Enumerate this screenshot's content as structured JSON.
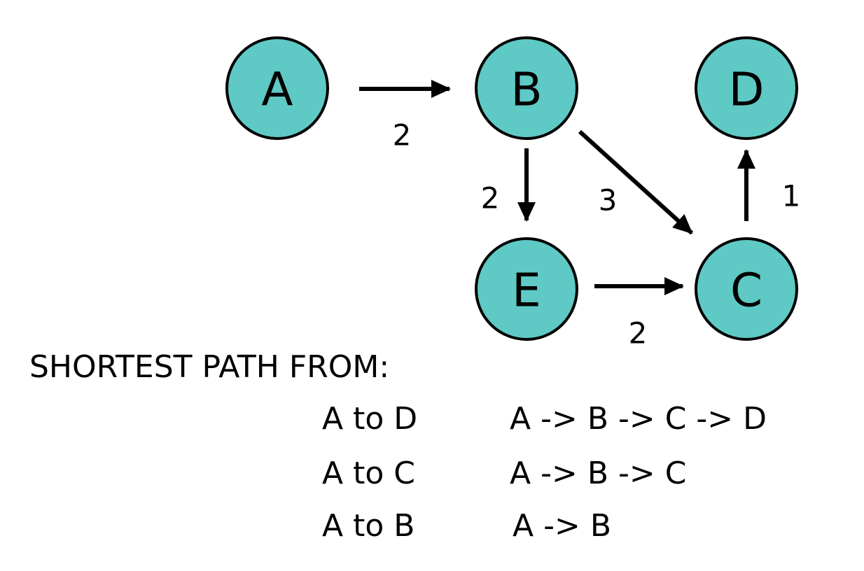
{
  "graph": {
    "node_fill": "#5ec9c5",
    "stroke_color": "#000000",
    "nodes": [
      {
        "id": "A",
        "label": "A"
      },
      {
        "id": "B",
        "label": "B"
      },
      {
        "id": "D",
        "label": "D"
      },
      {
        "id": "E",
        "label": "E"
      },
      {
        "id": "C",
        "label": "C"
      }
    ],
    "edges": [
      {
        "from": "A",
        "to": "B",
        "weight": "2"
      },
      {
        "from": "B",
        "to": "E",
        "weight": "2"
      },
      {
        "from": "B",
        "to": "C",
        "weight": "3"
      },
      {
        "from": "E",
        "to": "C",
        "weight": "2"
      },
      {
        "from": "C",
        "to": "D",
        "weight": "1"
      }
    ]
  },
  "shortest_paths": {
    "heading": "SHORTEST PATH FROM:",
    "rows": [
      {
        "pair": "A to D",
        "path": "A -> B -> C -> D"
      },
      {
        "pair": "A to C",
        "path": "A -> B -> C"
      },
      {
        "pair": "A to B",
        "path": "A -> B"
      }
    ]
  }
}
